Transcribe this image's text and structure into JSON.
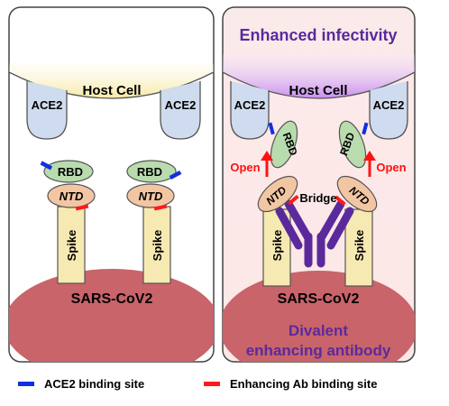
{
  "colors": {
    "ace2_site": "#1030e0",
    "enhancing_site": "#ff1a1a",
    "purple": "#5a2a9c",
    "open_red": "#ff1111",
    "virus": "#c9646a",
    "rbd": "#b9dcae",
    "ntd": "#f3c6a3",
    "spike": "#f6e9b2",
    "ace2": "#cfdbee"
  },
  "left_panel": {
    "host_cell": "Host Cell",
    "ace2_left": "ACE2",
    "ace2_right": "ACE2",
    "rbd_left": "RBD",
    "rbd_right": "RBD",
    "ntd_left": "NTD",
    "ntd_right": "NTD",
    "spike_left": "Spike",
    "spike_right": "Spike",
    "virus": "SARS-CoV2"
  },
  "right_panel": {
    "title": "Enhanced infectivity",
    "host_cell": "Host Cell",
    "ace2_left": "ACE2",
    "ace2_right": "ACE2",
    "rbd_left": "RBD",
    "rbd_right": "RBD",
    "ntd_left": "NTD",
    "ntd_right": "NTD",
    "open_left": "Open",
    "open_right": "Open",
    "bridge": "Bridge",
    "spike_left": "Spike",
    "spike_right": "Spike",
    "virus": "SARS-CoV2",
    "caption_line1": "Divalent",
    "caption_line2": "enhancing antibody"
  },
  "legend": {
    "ace2_site": "ACE2 binding site",
    "enhancing_site": "Enhancing Ab binding site"
  }
}
